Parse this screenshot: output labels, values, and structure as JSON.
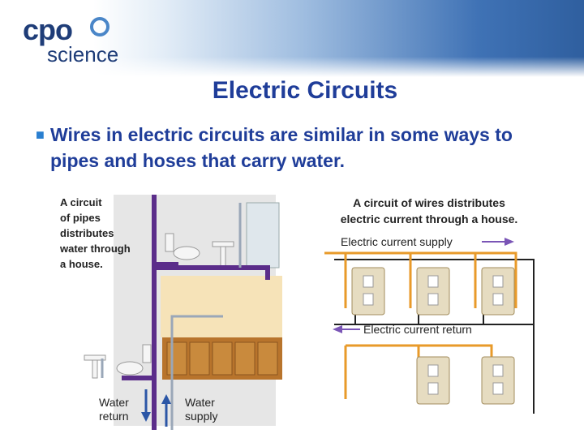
{
  "logo": {
    "line1": "cpo",
    "line2": "science"
  },
  "slide": {
    "title": "Electric Circuits",
    "bullet": "Wires in electric circuits are similar in some ways to pipes and hoses that carry water."
  },
  "water_diagram": {
    "caption_lines": [
      "A circuit",
      "of pipes",
      "distributes",
      "water through",
      "a house."
    ],
    "return_label_lines": [
      "Water",
      "return"
    ],
    "supply_label_lines": [
      "Water",
      "supply"
    ]
  },
  "electric_diagram": {
    "caption_lines": [
      "A circuit of wires distributes",
      "electric current through a house."
    ],
    "supply_label": "Electric current supply",
    "return_label": "Electric current return"
  },
  "colors": {
    "title": "#1f3d99",
    "pipe": "#5b2d8a",
    "wire": "#e89a2a",
    "outlet": "#e6dcc1"
  }
}
